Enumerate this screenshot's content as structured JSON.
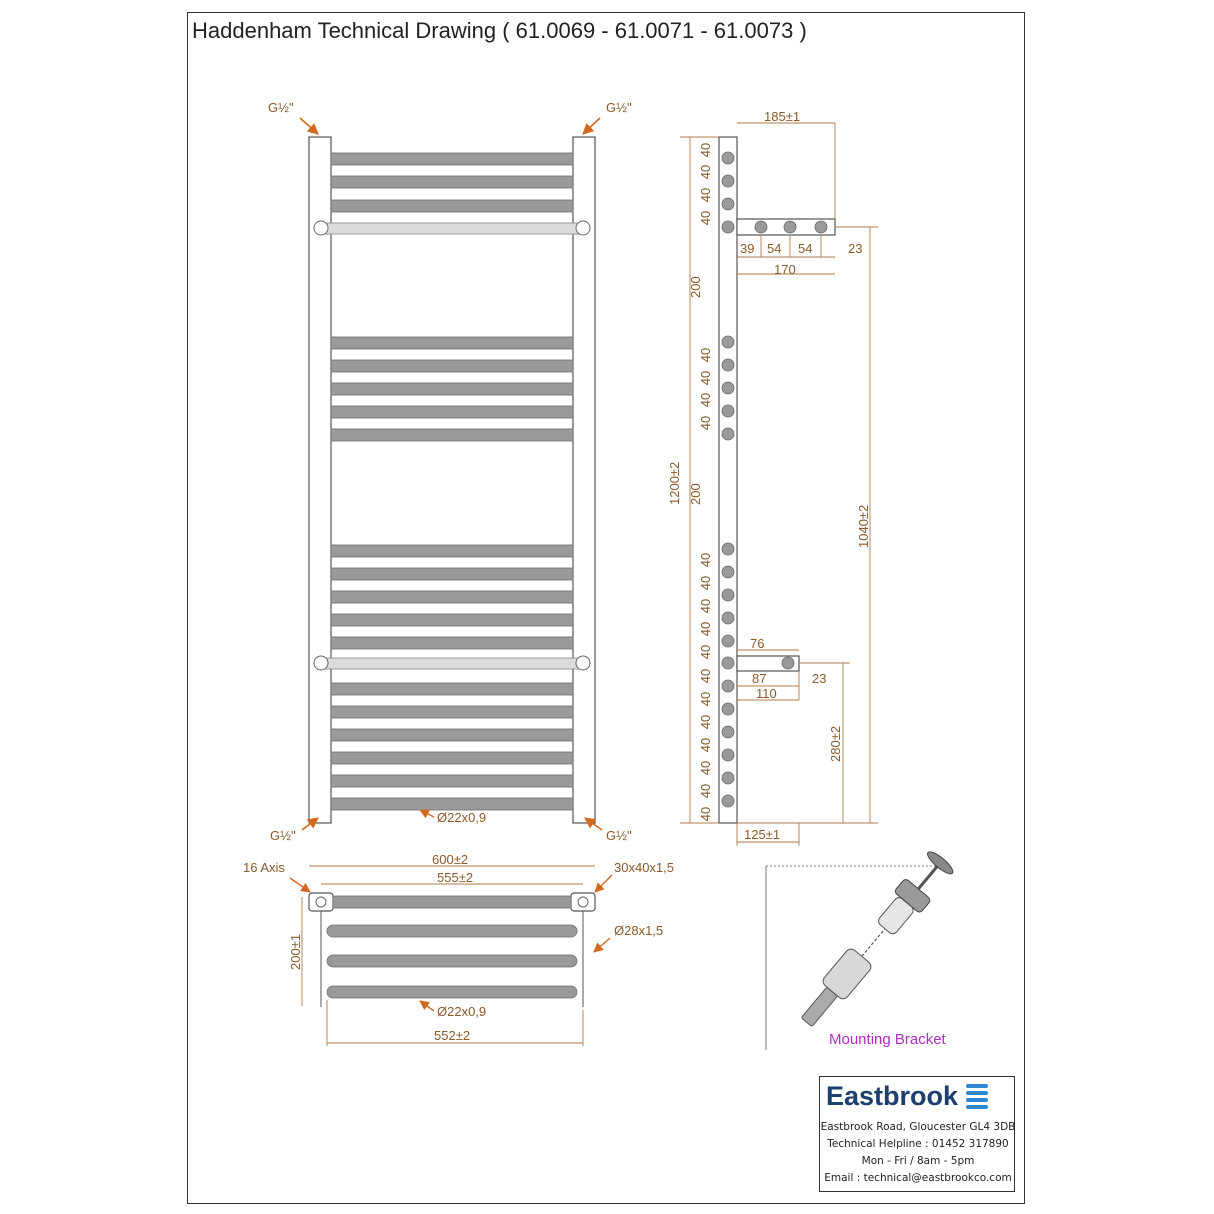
{
  "title": "Haddenham Technical Drawing ( 61.0069 - 61.0071 - 61.0073 )",
  "colors": {
    "dimension": "#8a5a2b",
    "arrow": "#d2691e",
    "bar": "#9a9a9a",
    "brand": "#1d3f6e",
    "brand_icon": "#2e88d4",
    "mounting_label": "#b02cc2"
  },
  "front_view": {
    "thread_top_left": "G½\"",
    "thread_top_right": "G½\"",
    "thread_bottom_left": "G½\"",
    "thread_bottom_right": "G½\"",
    "bar_diameter": "Ø22x0,9"
  },
  "side_view": {
    "top_depth": "185±1",
    "top_spacing_a": "39",
    "top_spacing_b": "54",
    "top_spacing_c": "54",
    "top_offset": "23",
    "top_shelf": "170",
    "height_total": "1200±2",
    "height_inner": "1040±2",
    "gap_label": "200",
    "pitch_label": "40",
    "mid_depth": "76",
    "mid_spacing": "87",
    "mid_offset": "23",
    "mid_shelf": "110",
    "lower_height": "280±2",
    "bottom_depth": "125±1"
  },
  "plan_view": {
    "axis_label": "16 Axis",
    "width_total": "600±2",
    "width_inner": "555±2",
    "rail_section": "30x40x1,5",
    "depth": "200±1",
    "tube_diameter": "Ø28x1,5",
    "bar_diameter": "Ø22x0,9",
    "width_bars": "552±2"
  },
  "mounting": {
    "label": "Mounting Bracket"
  },
  "brand": {
    "name": "Eastbrook",
    "address": "Eastbrook Road, Gloucester GL4 3DB",
    "helpline": "Technical Helpline : 01452 317890",
    "hours": "Mon - Fri / 8am - 5pm",
    "email": "Email : technical@eastbrookco.com"
  }
}
